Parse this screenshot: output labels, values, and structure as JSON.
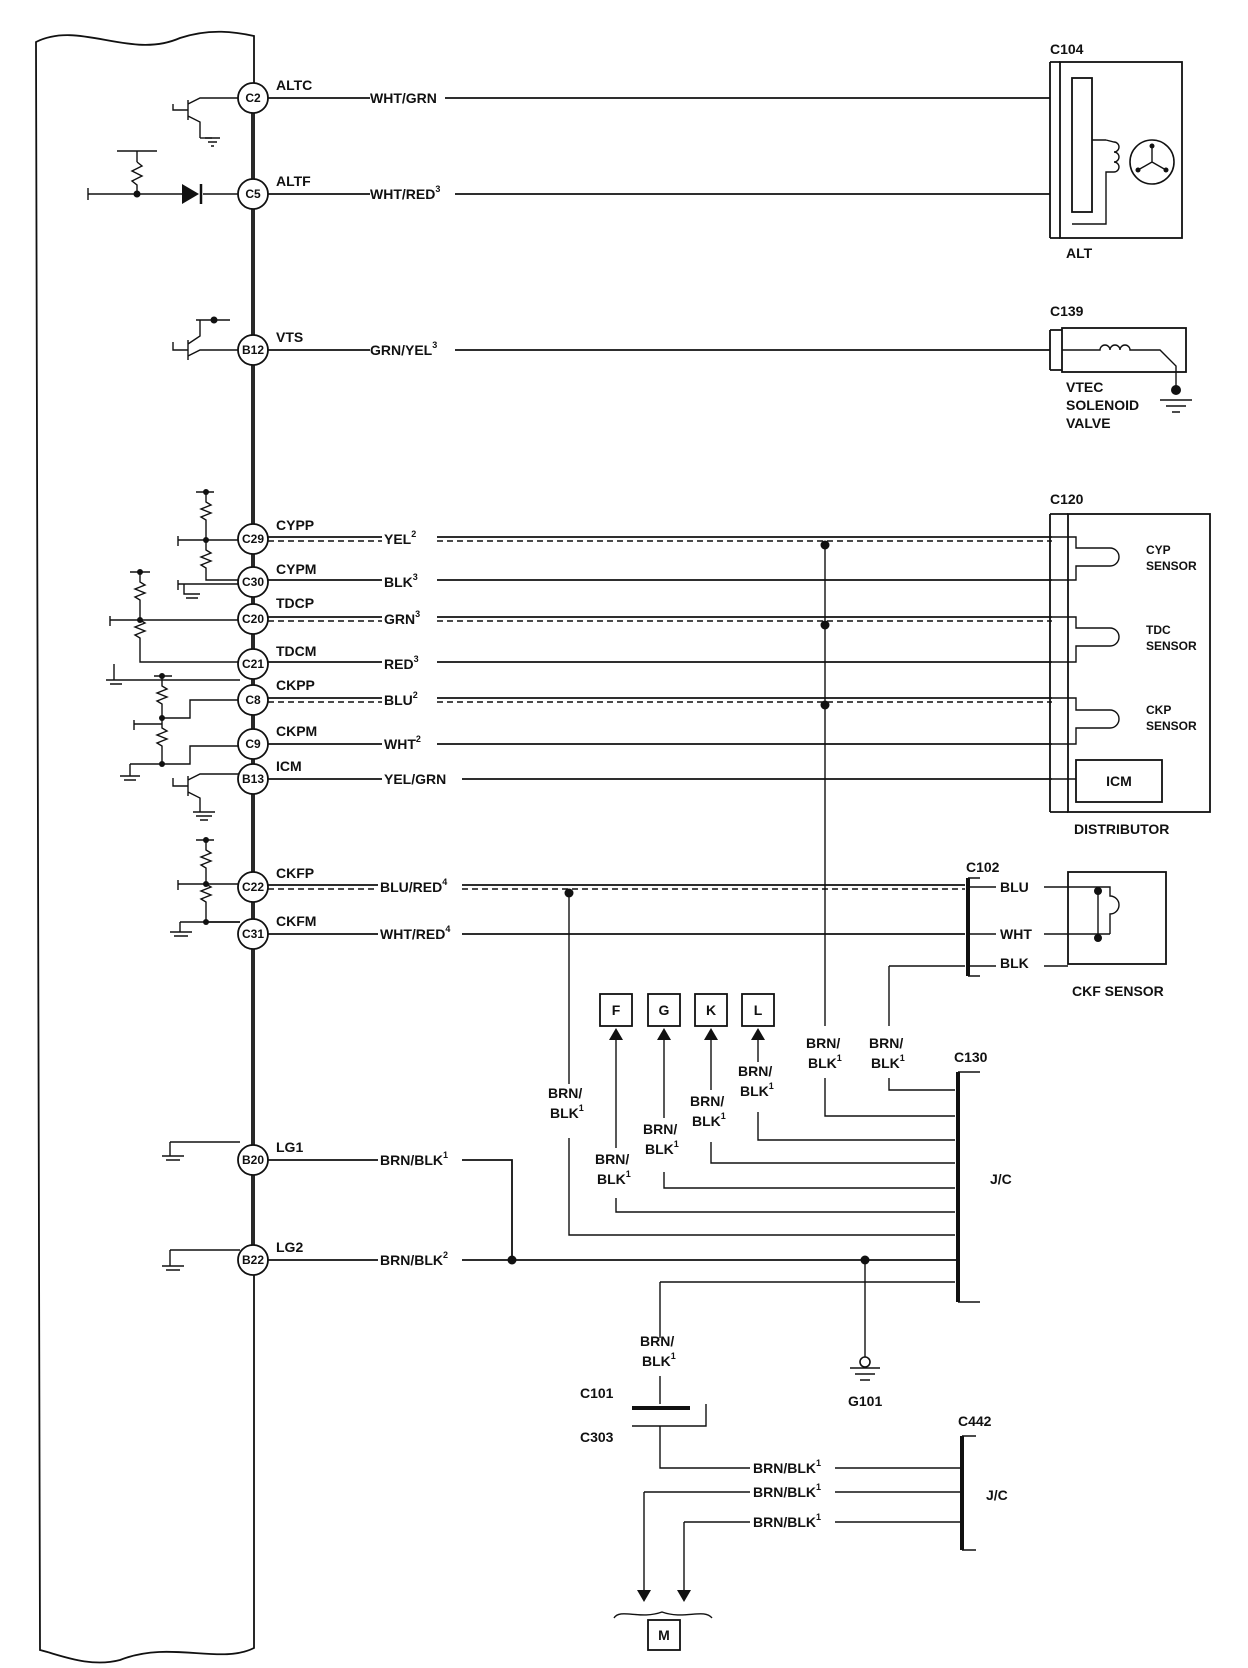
{
  "pins": [
    {
      "id": "C2",
      "signal": "ALTC"
    },
    {
      "id": "C5",
      "signal": "ALTF"
    },
    {
      "id": "B12",
      "signal": "VTS"
    },
    {
      "id": "C29",
      "signal": "CYPP"
    },
    {
      "id": "C30",
      "signal": "CYPM"
    },
    {
      "id": "C20",
      "signal": "TDCP"
    },
    {
      "id": "C21",
      "signal": "TDCM"
    },
    {
      "id": "C8",
      "signal": "CKPP"
    },
    {
      "id": "C9",
      "signal": "CKPM"
    },
    {
      "id": "B13",
      "signal": "ICM"
    },
    {
      "id": "C22",
      "signal": "CKFP"
    },
    {
      "id": "C31",
      "signal": "CKFM"
    },
    {
      "id": "B20",
      "signal": "LG1"
    },
    {
      "id": "B22",
      "signal": "LG2"
    }
  ],
  "wires": [
    {
      "color": "WHT/GRN",
      "note": ""
    },
    {
      "color": "WHT/RED",
      "note": "3"
    },
    {
      "color": "GRN/YEL",
      "note": "3"
    },
    {
      "color": "YEL",
      "note": "2"
    },
    {
      "color": "BLK",
      "note": "3"
    },
    {
      "color": "GRN",
      "note": "3"
    },
    {
      "color": "RED",
      "note": "3"
    },
    {
      "color": "BLU",
      "note": "2"
    },
    {
      "color": "WHT",
      "note": "2"
    },
    {
      "color": "YEL/GRN",
      "note": ""
    },
    {
      "color": "BLU/RED",
      "note": "4"
    },
    {
      "color": "WHT/RED",
      "note": "4"
    },
    {
      "color": "BRN/BLK",
      "note": "1"
    },
    {
      "color": "BRN/BLK",
      "note": "2"
    }
  ],
  "connectors": {
    "c104": "C104",
    "c139": "C139",
    "c120": "C120",
    "c102": "C102",
    "c130": "C130",
    "c101": "C101",
    "c303": "C303",
    "c442": "C442"
  },
  "components": {
    "alt": "ALT",
    "vtec_line1": "VTEC",
    "vtec_line2": "SOLENOID",
    "vtec_line3": "VALVE",
    "cyp_line1": "CYP",
    "cyp_line2": "SENSOR",
    "tdc_line1": "TDC",
    "tdc_line2": "SENSOR",
    "ckp_line1": "CKP",
    "ckp_line2": "SENSOR",
    "icm": "ICM",
    "distributor": "DISTRIBUTOR",
    "ckf_sensor": "CKF SENSOR",
    "jc": "J/C",
    "g101": "G101"
  },
  "ckf_pins": [
    "BLU",
    "WHT",
    "BLK"
  ],
  "refs": [
    "F",
    "G",
    "K",
    "L",
    "M"
  ],
  "brnblk": {
    "line1": "BRN/",
    "line2": "BLK",
    "note": "1"
  },
  "c442_wires": [
    {
      "color": "BRN/BLK",
      "note": "1"
    },
    {
      "color": "BRN/BLK",
      "note": "1"
    },
    {
      "color": "BRN/BLK",
      "note": "1"
    }
  ]
}
